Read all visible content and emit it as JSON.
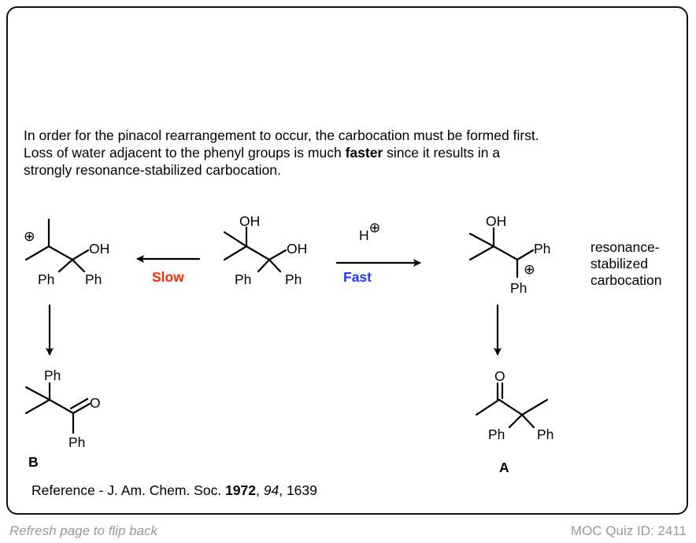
{
  "intro": {
    "line1": "In order for the pinacol rearrangement to occur, the carbocation must be formed first.",
    "line2_pre": "Loss of water adjacent to the phenyl groups is much ",
    "line2_bold": "faster",
    "line2_post": " since it results in a",
    "line3": "strongly resonance-stabilized carbocation."
  },
  "labels": {
    "oh": "OH",
    "ph": "Ph",
    "o": "O",
    "h": "H",
    "plus": "⊕",
    "slow": "Slow",
    "fast": "Fast",
    "resonance": [
      "resonance-",
      "stabilized",
      "carbocation"
    ],
    "product_a": "A",
    "product_b": "B"
  },
  "colors": {
    "slow": "#ff2a00",
    "fast": "#1a3cff"
  },
  "reference": {
    "pre": "Reference - J. Am. Chem. Soc. ",
    "year": "1972",
    "sep1": ", ",
    "volume": "94",
    "sep2": ", ",
    "page": "1639"
  },
  "footer": {
    "flip": "Refresh page to flip back",
    "quiz_id": "MOC Quiz ID: 2411"
  }
}
